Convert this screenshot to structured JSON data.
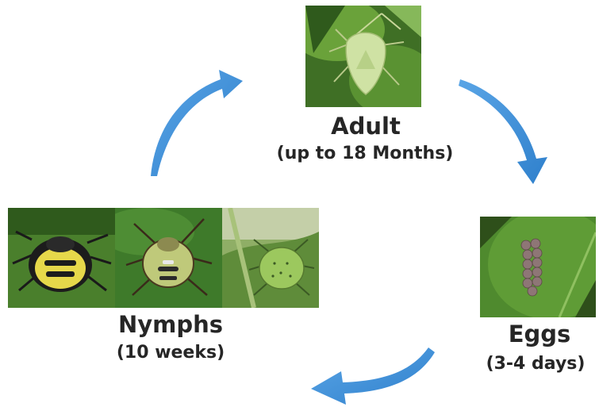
{
  "stages": {
    "adult": {
      "label": "Adult",
      "duration": "(up to 18 Months)"
    },
    "eggs": {
      "label": "Eggs",
      "duration": "(3-4 days)"
    },
    "nymphs": {
      "label": "Nymphs",
      "duration": "(10 weeks)"
    }
  },
  "colors": {
    "arrow": "#3d8fd6",
    "text": "#262626",
    "leaf": "#4f8a2e"
  }
}
